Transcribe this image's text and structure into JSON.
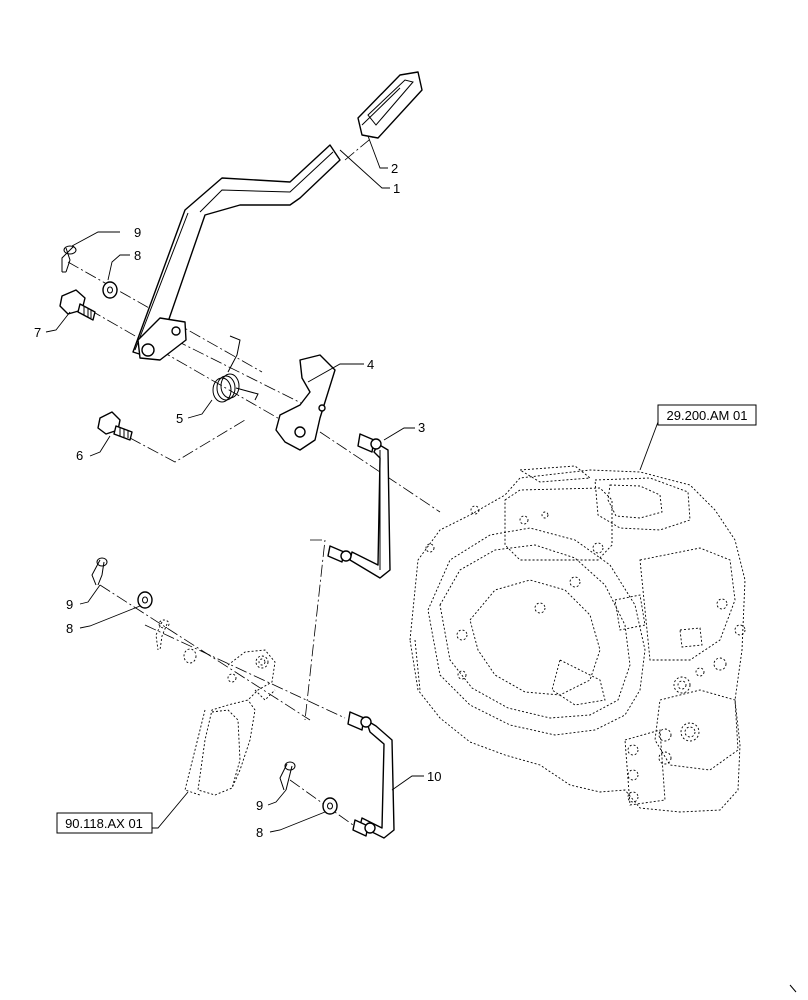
{
  "callouts": {
    "c1": "1",
    "c2": "2",
    "c3": "3",
    "c4": "4",
    "c5": "5",
    "c6": "6",
    "c7": "7",
    "c8a": "8",
    "c8b": "8",
    "c8c": "8",
    "c9a": "9",
    "c9b": "9",
    "c9c": "9",
    "c10": "10"
  },
  "references": {
    "transmission": "29.200.AM 01",
    "seat_bracket": "90.118.AX 01"
  }
}
